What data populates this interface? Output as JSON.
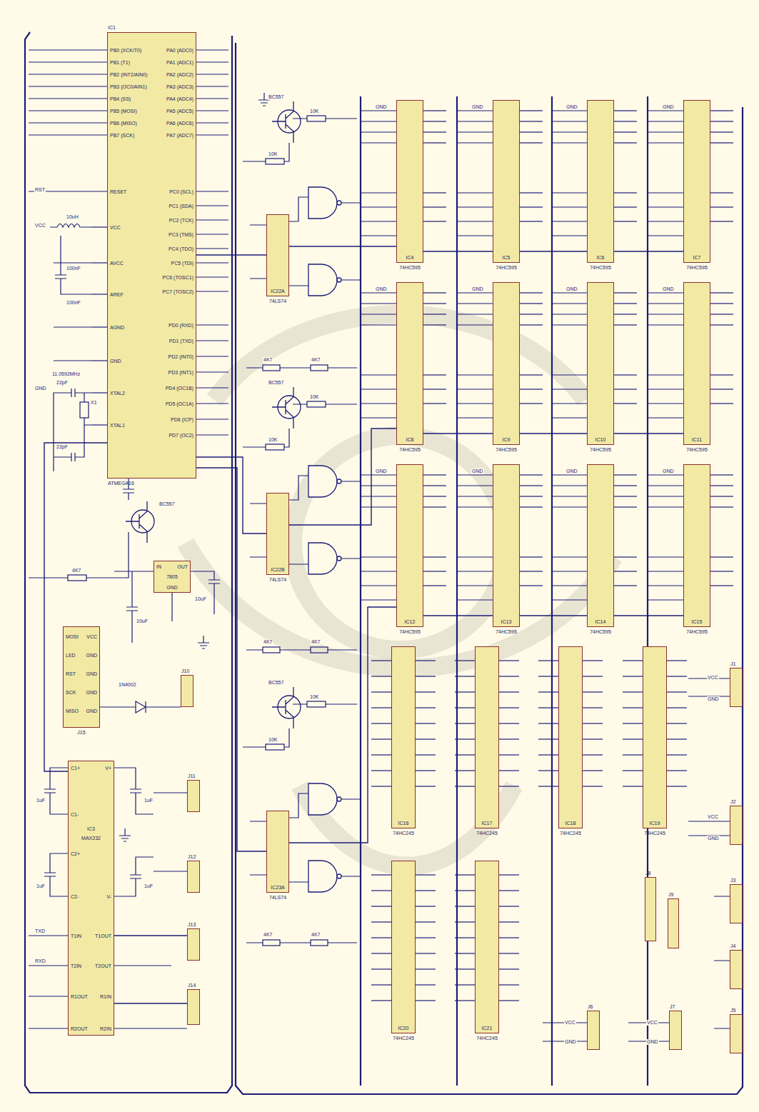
{
  "diagram": {
    "nodes": [
      {
        "text": [
          "IC1",
          "PB0 (XCK/T0)",
          "PB1 (T1)",
          "PB2 (INT2/AIN0)",
          "PB3 (OC0/AIN1)",
          "PB4 (SS)",
          "PB5 (MOSI)",
          "PB6 (MISO)",
          "PB7 (SCK)",
          "RESET",
          "VCC",
          "AVCC",
          "AREF",
          "AGND",
          "GND",
          "XTAL2",
          "XTAL1",
          "PA0 (ADC0)",
          "PA1 (ADC1)",
          "PA2 (ADC2)",
          "PA3 (ADC3)",
          "PA4 (ADC4)",
          "PA5 (ADC5)",
          "PA6 (ADC6)",
          "PA7 (ADC7)",
          "PC0 (SCL)",
          "PC1 (SDA)",
          "PC2 (TCK)",
          "PC3 (TMS)",
          "PC4 (TDO)",
          "PC5 (TDI)",
          "PC6 (TOSC1)",
          "PC7 (TOSC2)",
          "PD0 (RXD)",
          "PD1 (TXD)",
          "PD2 (INT0)",
          "PD3 (INT1)",
          "PD4 (OC1B)",
          "PD5 (OC1A)",
          "PD6 (ICP)",
          "PD7 (OC2)",
          "ATMEGA16"
        ]
      },
      {
        "text": [
          "IC3",
          "C1+",
          "C1-",
          "C2+",
          "C2-",
          "T1IN",
          "T2IN",
          "R1OUT",
          "R2OUT",
          "V+",
          "V-",
          "T1OUT",
          "T2OUT",
          "R1IN",
          "R2IN",
          "MAX232"
        ]
      },
      {
        "text": [
          "IN",
          "OUT",
          "GND",
          "7805"
        ]
      },
      {
        "text": [
          "MOSI",
          "VCC",
          "LED",
          "GND",
          "RST",
          "GND",
          "SCK",
          "GND",
          "MISO",
          "GND",
          "J15"
        ]
      },
      {
        "text": [
          "IC4",
          "74HC595"
        ]
      },
      {
        "text": [
          "IC5",
          "74HC595"
        ]
      },
      {
        "text": [
          "IC6",
          "74HC595"
        ]
      },
      {
        "text": [
          "IC7",
          "74HC595"
        ]
      },
      {
        "text": [
          "IC8",
          "74HC595"
        ]
      },
      {
        "text": [
          "IC9",
          "74HC595"
        ]
      },
      {
        "text": [
          "IC10",
          "74HC595"
        ]
      },
      {
        "text": [
          "IC11",
          "74HC595"
        ]
      },
      {
        "text": [
          "IC12",
          "74HC595"
        ]
      },
      {
        "text": [
          "IC13",
          "74HC595"
        ]
      },
      {
        "text": [
          "IC14",
          "74HC595"
        ]
      },
      {
        "text": [
          "IC15",
          "74HC595"
        ]
      },
      {
        "text": [
          "IC16",
          "74HC245"
        ]
      },
      {
        "text": [
          "IC17",
          "74HC245"
        ]
      },
      {
        "text": [
          "IC18",
          "74HC245"
        ]
      },
      {
        "text": [
          "IC19",
          "74HC245"
        ]
      },
      {
        "text": [
          "IC20",
          "74HC245"
        ]
      },
      {
        "text": [
          "IC21",
          "74HC245"
        ]
      },
      {
        "text": [
          "IC22A",
          "74LS74"
        ]
      },
      {
        "text": [
          "IC22B",
          "74LS74"
        ]
      },
      {
        "text": [
          "IC23A",
          "74LS74"
        ]
      },
      {
        "text": [
          "J1"
        ]
      },
      {
        "text": [
          "J2"
        ]
      },
      {
        "text": [
          "J3"
        ]
      },
      {
        "text": [
          "J4"
        ]
      },
      {
        "text": [
          "J5"
        ]
      },
      {
        "text": [
          "J6"
        ]
      },
      {
        "text": [
          "J7"
        ]
      },
      {
        "text": [
          "J8"
        ]
      },
      {
        "text": [
          "J9"
        ]
      },
      {
        "text": [
          "J10"
        ]
      },
      {
        "text": [
          "J11"
        ]
      },
      {
        "text": [
          "J12"
        ]
      },
      {
        "text": [
          "J13"
        ]
      },
      {
        "text": [
          "J14"
        ]
      }
    ],
    "edges": [
      {
        "from": 0,
        "to": 22,
        "arrow": "none"
      },
      {
        "from": 0,
        "to": 23,
        "arrow": "none"
      },
      {
        "from": 0,
        "to": 24,
        "arrow": "none"
      },
      {
        "from": 0,
        "to": 1,
        "arrow": "none"
      },
      {
        "from": 22,
        "to": 4,
        "arrow": "none"
      },
      {
        "from": 23,
        "to": 8,
        "arrow": "none"
      },
      {
        "from": 24,
        "to": 12,
        "arrow": "none"
      },
      {
        "from": 4,
        "to": 5,
        "arrow": "none"
      },
      {
        "from": 5,
        "to": 6,
        "arrow": "none"
      },
      {
        "from": 6,
        "to": 7,
        "arrow": "none"
      },
      {
        "from": 8,
        "to": 9,
        "arrow": "none"
      },
      {
        "from": 9,
        "to": 10,
        "arrow": "none"
      },
      {
        "from": 10,
        "to": 11,
        "arrow": "none"
      },
      {
        "from": 12,
        "to": 13,
        "arrow": "none"
      },
      {
        "from": 13,
        "to": 14,
        "arrow": "none"
      },
      {
        "from": 14,
        "to": 15,
        "arrow": "none"
      },
      {
        "from": 1,
        "to": 37,
        "arrow": "none"
      },
      {
        "from": 1,
        "to": 38,
        "arrow": "none"
      }
    ],
    "labels": [
      "GND",
      "GND",
      "GND",
      "GND",
      "GND",
      "GND",
      "GND",
      "GND",
      "GND",
      "GND",
      "GND",
      "GND",
      "RST",
      "VCC",
      "GND",
      "X1",
      "11.0592MHz",
      "22pF",
      "22pF",
      "10uH",
      "100nF",
      "100nF",
      "BC557",
      "4K7",
      "1N4002",
      "10uF",
      "10uF",
      "BC557",
      "10K",
      "10K",
      "BC557",
      "10K",
      "10K",
      "BC557",
      "10K",
      "10K",
      "4K7",
      "4K7",
      "4K7",
      "4K7",
      "4K7",
      "4K7",
      "1uF",
      "1uF",
      "1uF",
      "1uF",
      "VCC",
      "GND",
      "VCC",
      "GND",
      "VCC",
      "GND",
      "VCC",
      "GND",
      "TXD",
      "RXD"
    ]
  }
}
